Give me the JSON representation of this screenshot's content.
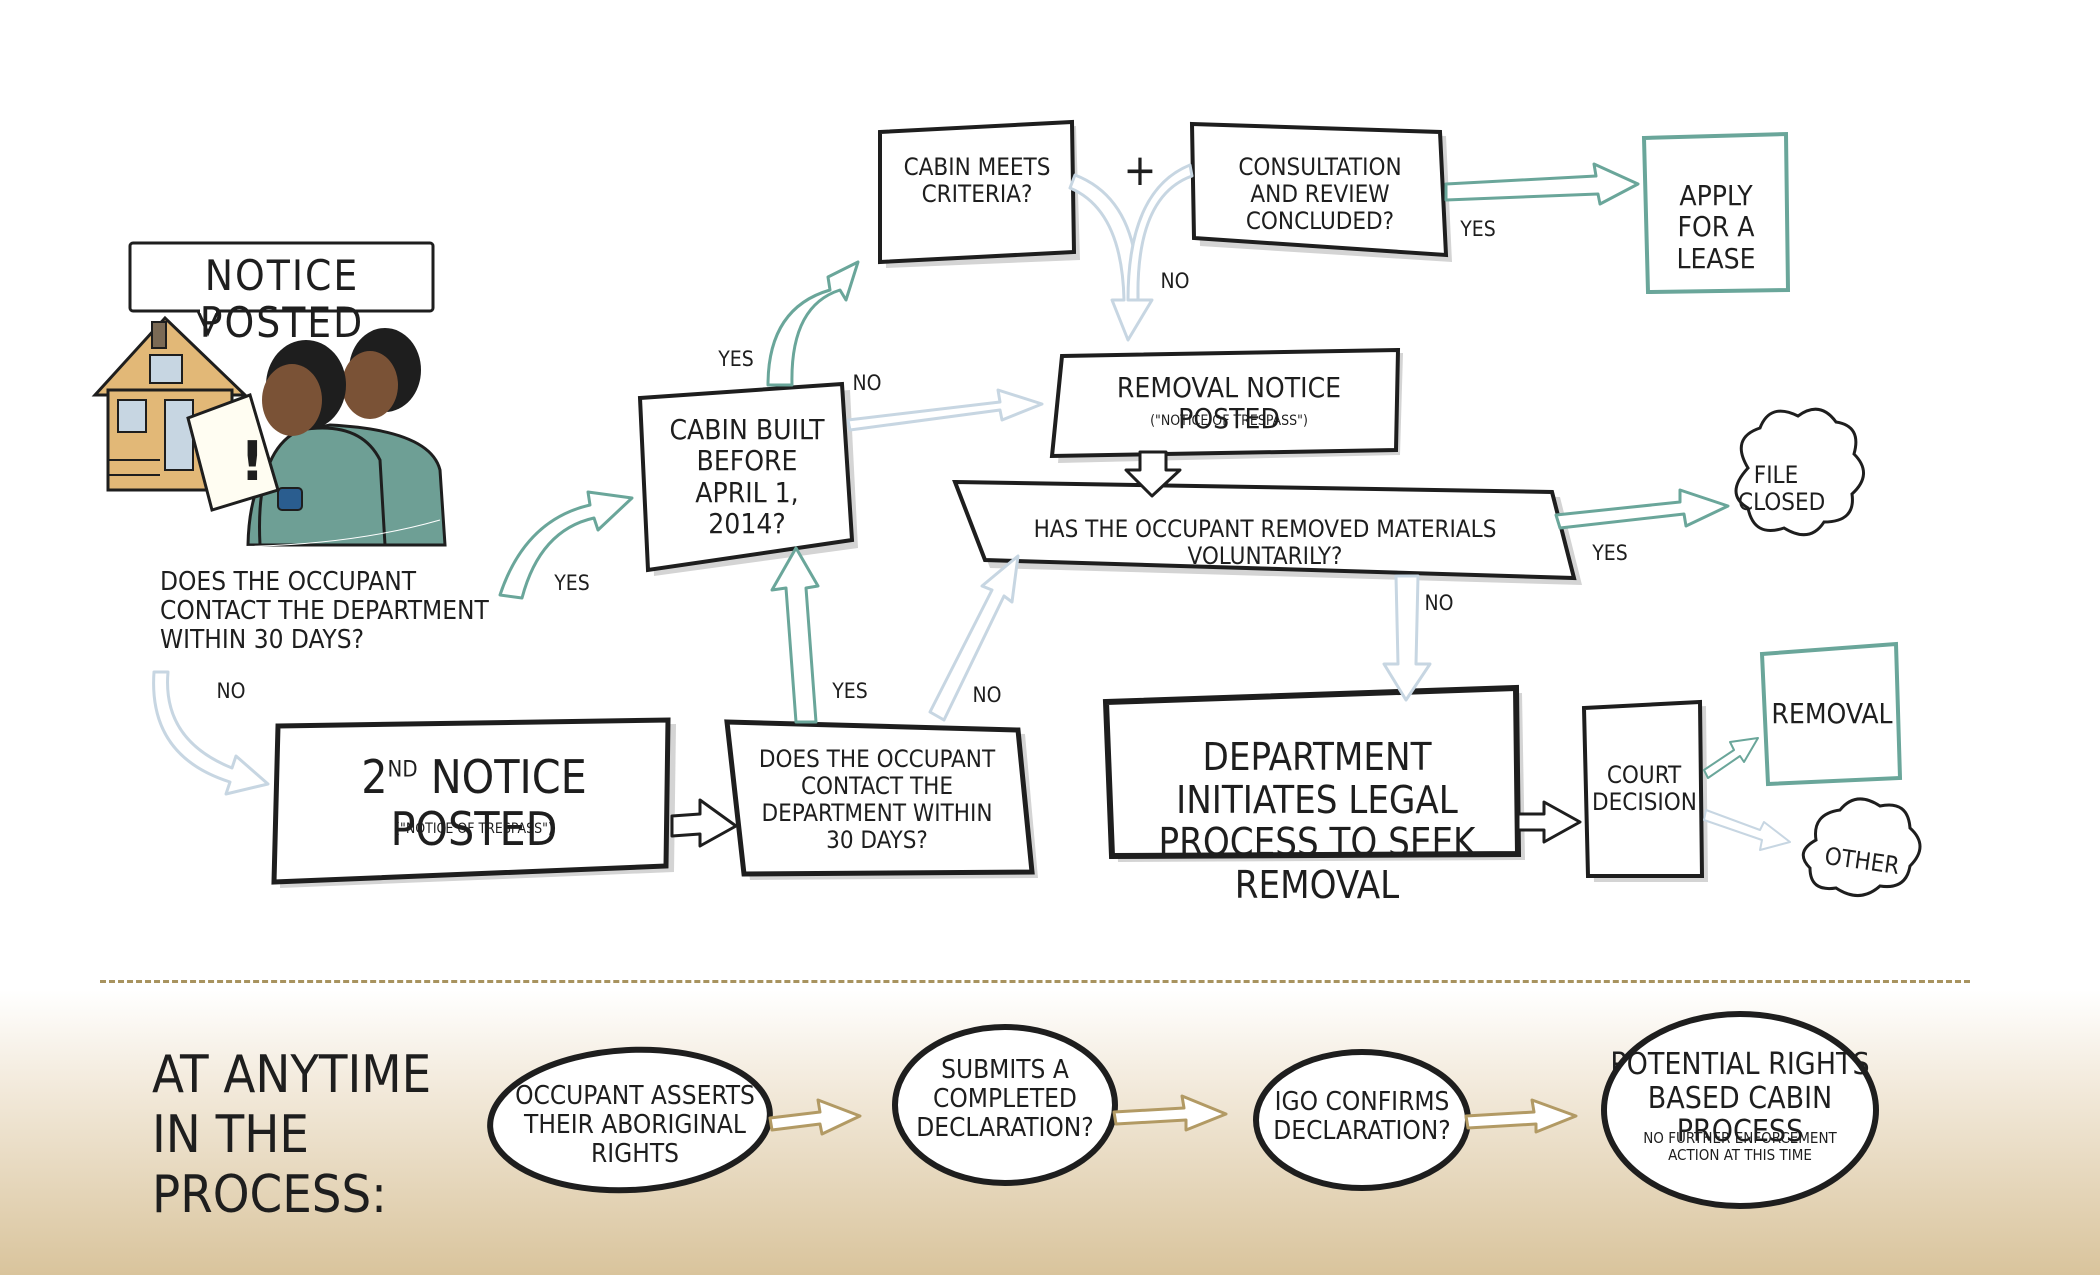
{
  "illustration": {
    "sign_text": "NOTiCE POSTED"
  },
  "start_question": "DOES THE OCCUPANT CONTACT THE DEPARTMENT WiTHiN 30 DAYS?",
  "cabin_built": "CABiN BUiLT BEFORE APRiL 1, 2014?",
  "cabin_meets": "CABiN MEETS CRiTERiA?",
  "plus_sign": "+",
  "consultation": "CONSULTATiON AND REViEW CONCLUDED?",
  "apply_lease": "APPLY FOR A LEASE",
  "removal_notice": {
    "title": "REMOVAL NOTiCE POSTED",
    "sub": "(\"NOTiCE OF TRESPASS\")"
  },
  "has_removed": "HAS THE OCCUPANT REMOVED MATERiALS VOLUNTARiLY?",
  "file_closed": "FiLE CLOSED",
  "second_notice": {
    "prefix": "2",
    "sup": "ND",
    "title": "NOTiCE POSTED",
    "sub": "(\"NOTiCE OF TRESPASS\")"
  },
  "second_question": "DOES THE OCCUPANT CONTACT THE DEPARTMENT WiTHiN 30 DAYS?",
  "legal_process": "DEPARTMENT iNiTiATES LEGAL PROCESS TO SEEK REMOVAL",
  "court_decision": "COURT DECiSiON",
  "removal": "REMOVAL",
  "other": "OTHER",
  "edge_labels": {
    "yes": "YES",
    "no": "NO"
  },
  "anytime": {
    "title": "AT ANYTiME iN THE PROCESS:",
    "step1": "OCCUPANT ASSERTS THEiR ABORiGiNAL RiGHTS",
    "step2": "SUBMiTS A COMPLETED DECLARATiON?",
    "step3": "iGO CONFiRMS DECLARATiON?",
    "step4_title": "POTENTiAL RiGHTS BASED CABiN PROCESS",
    "step4_sub": "NO FURTHER ENFORCEMENT ACTiON AT THiS TiME"
  },
  "colors": {
    "ink": "#1e1e1e",
    "teal": "#6aa69a",
    "pale_blue": "#c7d6e2",
    "gold": "#b29a64",
    "shadow": "#d3d3d3",
    "house": "#e2b877",
    "shirt": "#6e9f95"
  }
}
